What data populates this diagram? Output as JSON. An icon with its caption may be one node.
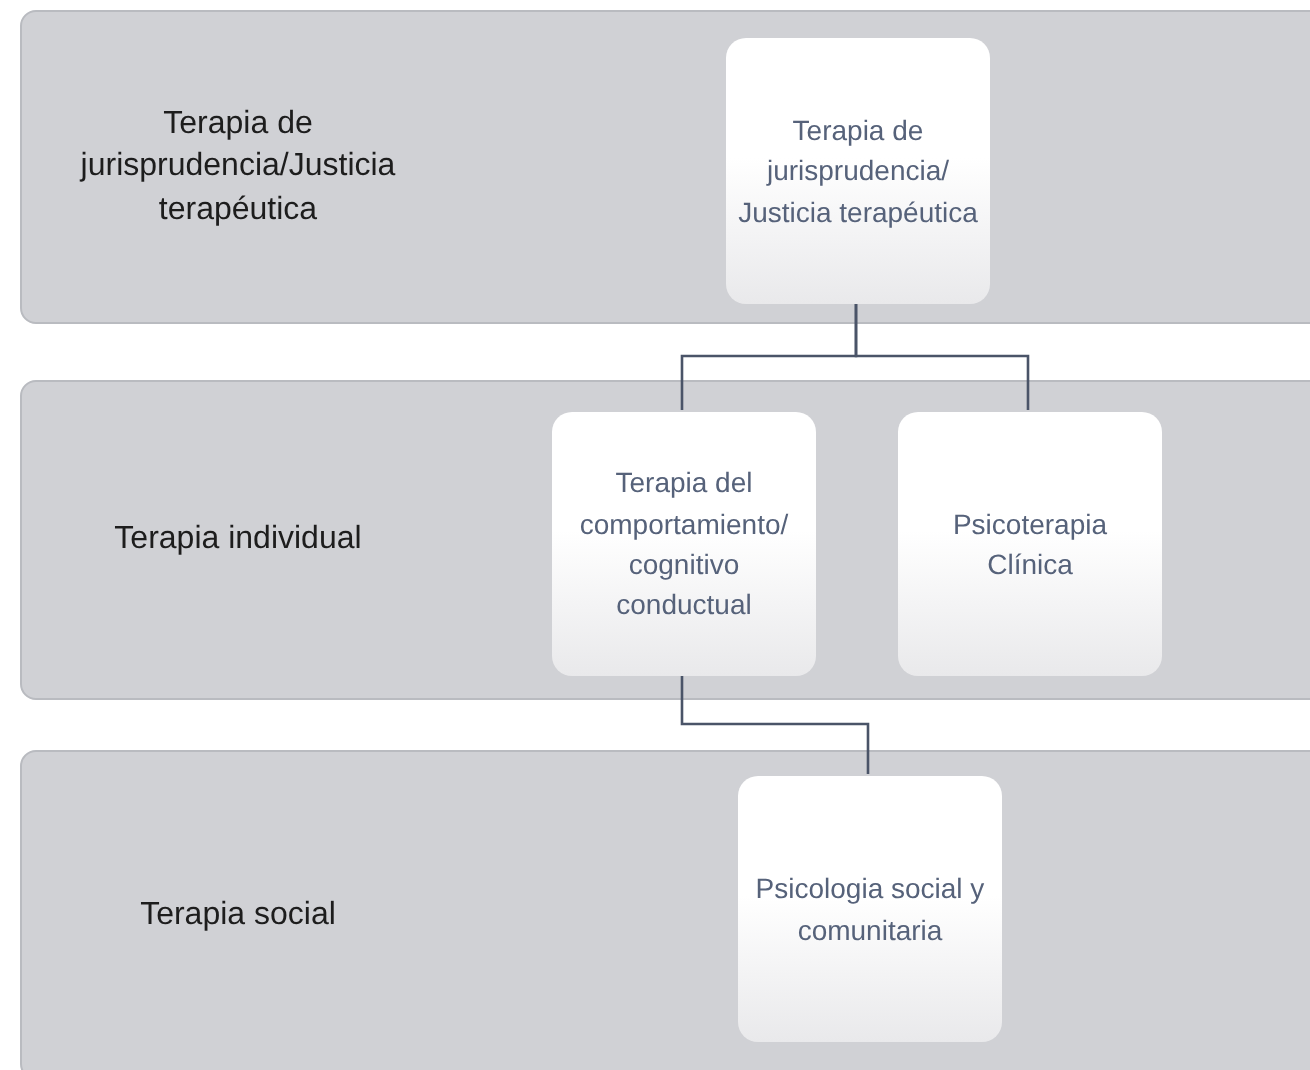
{
  "diagram": {
    "nodes": [
      {
        "text": [
          "Terapia de jurisprudencia/Justicia terapéutica"
        ]
      },
      {
        "text": [
          "Terapia de jurisprudencia/ Justicia terapéutica"
        ],
        "in": 0
      },
      {
        "text": [
          "Terapia individual"
        ]
      },
      {
        "text": [
          "Terapia del comportamiento/ cognitivo conductual"
        ],
        "in": 2
      },
      {
        "text": [
          "Psicoterapia Clínica"
        ],
        "in": 2
      },
      {
        "text": [
          "Terapia social"
        ]
      },
      {
        "text": [
          "Psicologia social y comunitaria"
        ],
        "in": 5
      }
    ],
    "edges": [
      {
        "from": 1,
        "to": 3,
        "arrow": "none"
      },
      {
        "from": 1,
        "to": 4,
        "arrow": "none"
      },
      {
        "from": 3,
        "to": 6,
        "arrow": "none"
      }
    ]
  }
}
